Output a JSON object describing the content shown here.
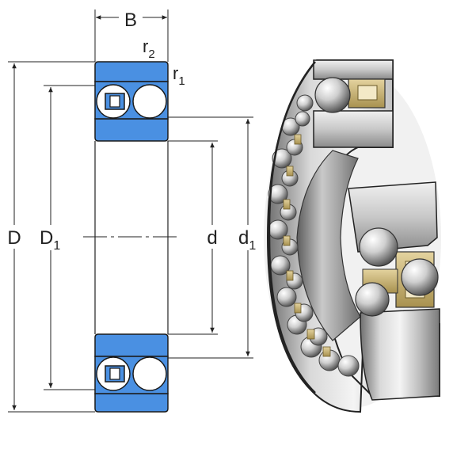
{
  "diagram": {
    "labels": {
      "B": "B",
      "r2": "r",
      "r2_sub": "2",
      "r1": "r",
      "r1_sub": "1",
      "D": "D",
      "D1": "D",
      "D1_sub": "1",
      "d": "d",
      "d1": "d",
      "d1_sub": "1"
    },
    "colors": {
      "section_fill": "#4a90e2",
      "outline": "#1a1a1a",
      "ball_fill": "#ffffff",
      "cage_fill": "#c8b37a",
      "steel_light": "#e6e6e6",
      "steel_dark": "#8c8c8c"
    }
  },
  "illustration": {
    "subject": "self-aligning-ball-bearing-3d-cutaway"
  }
}
